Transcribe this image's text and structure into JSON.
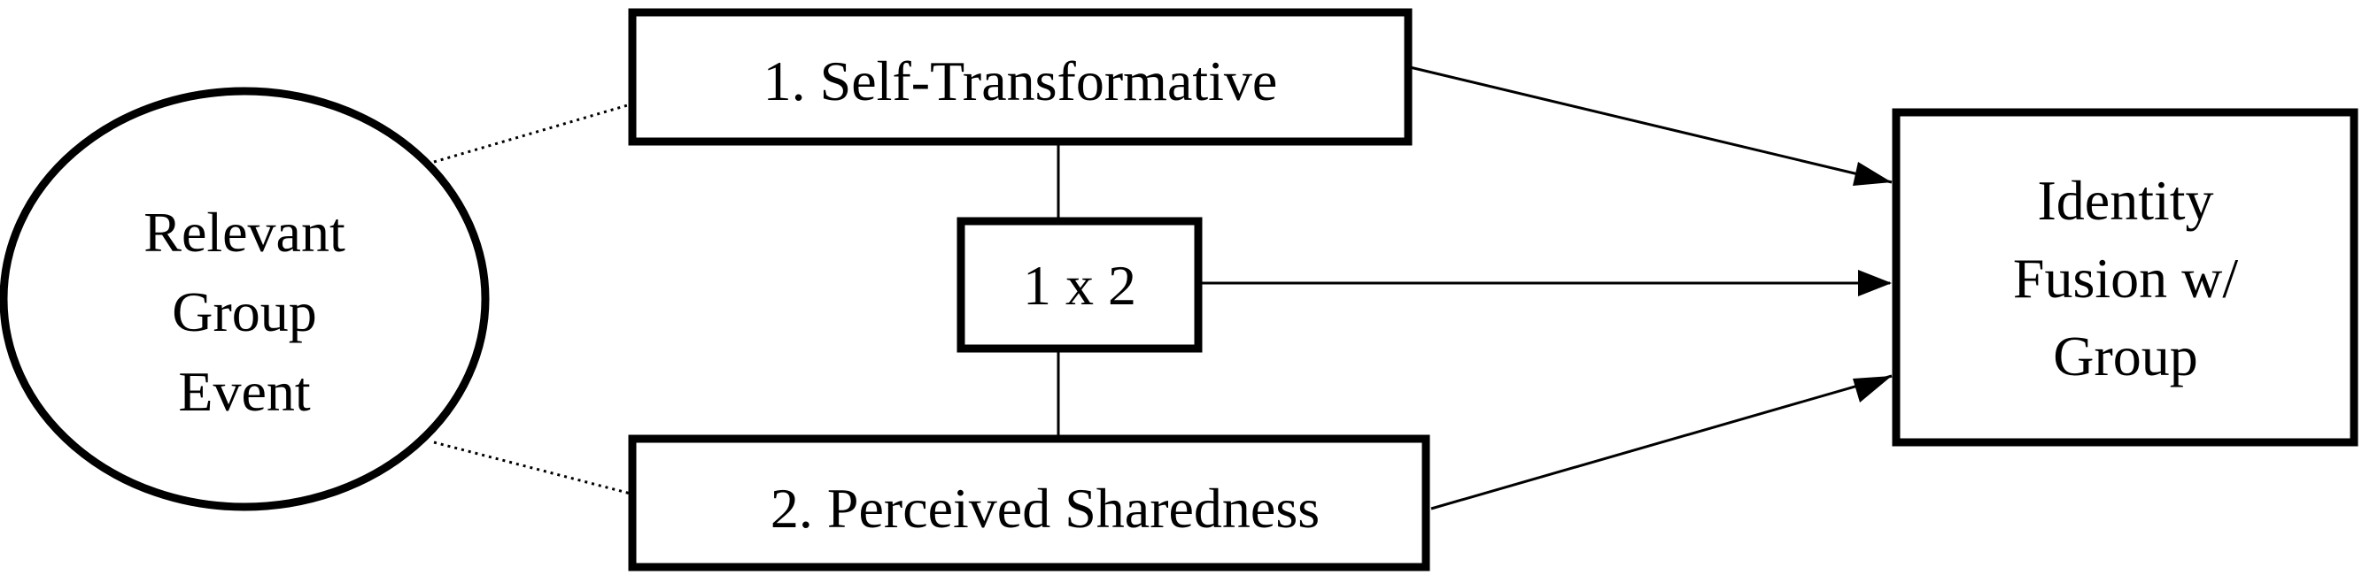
{
  "nodes": {
    "event": {
      "lines": [
        "Relevant",
        "Group",
        "Event"
      ]
    },
    "self_transformative": {
      "label": "1. Self-Transformative"
    },
    "perceived_sharedness": {
      "label": "2. Perceived Sharedness"
    },
    "interaction": {
      "label": "1 x 2"
    },
    "outcome": {
      "lines": [
        "Identity",
        "Fusion w/",
        "Group"
      ]
    }
  },
  "colors": {
    "stroke": "#000000",
    "background": "#ffffff",
    "text": "#000000"
  }
}
